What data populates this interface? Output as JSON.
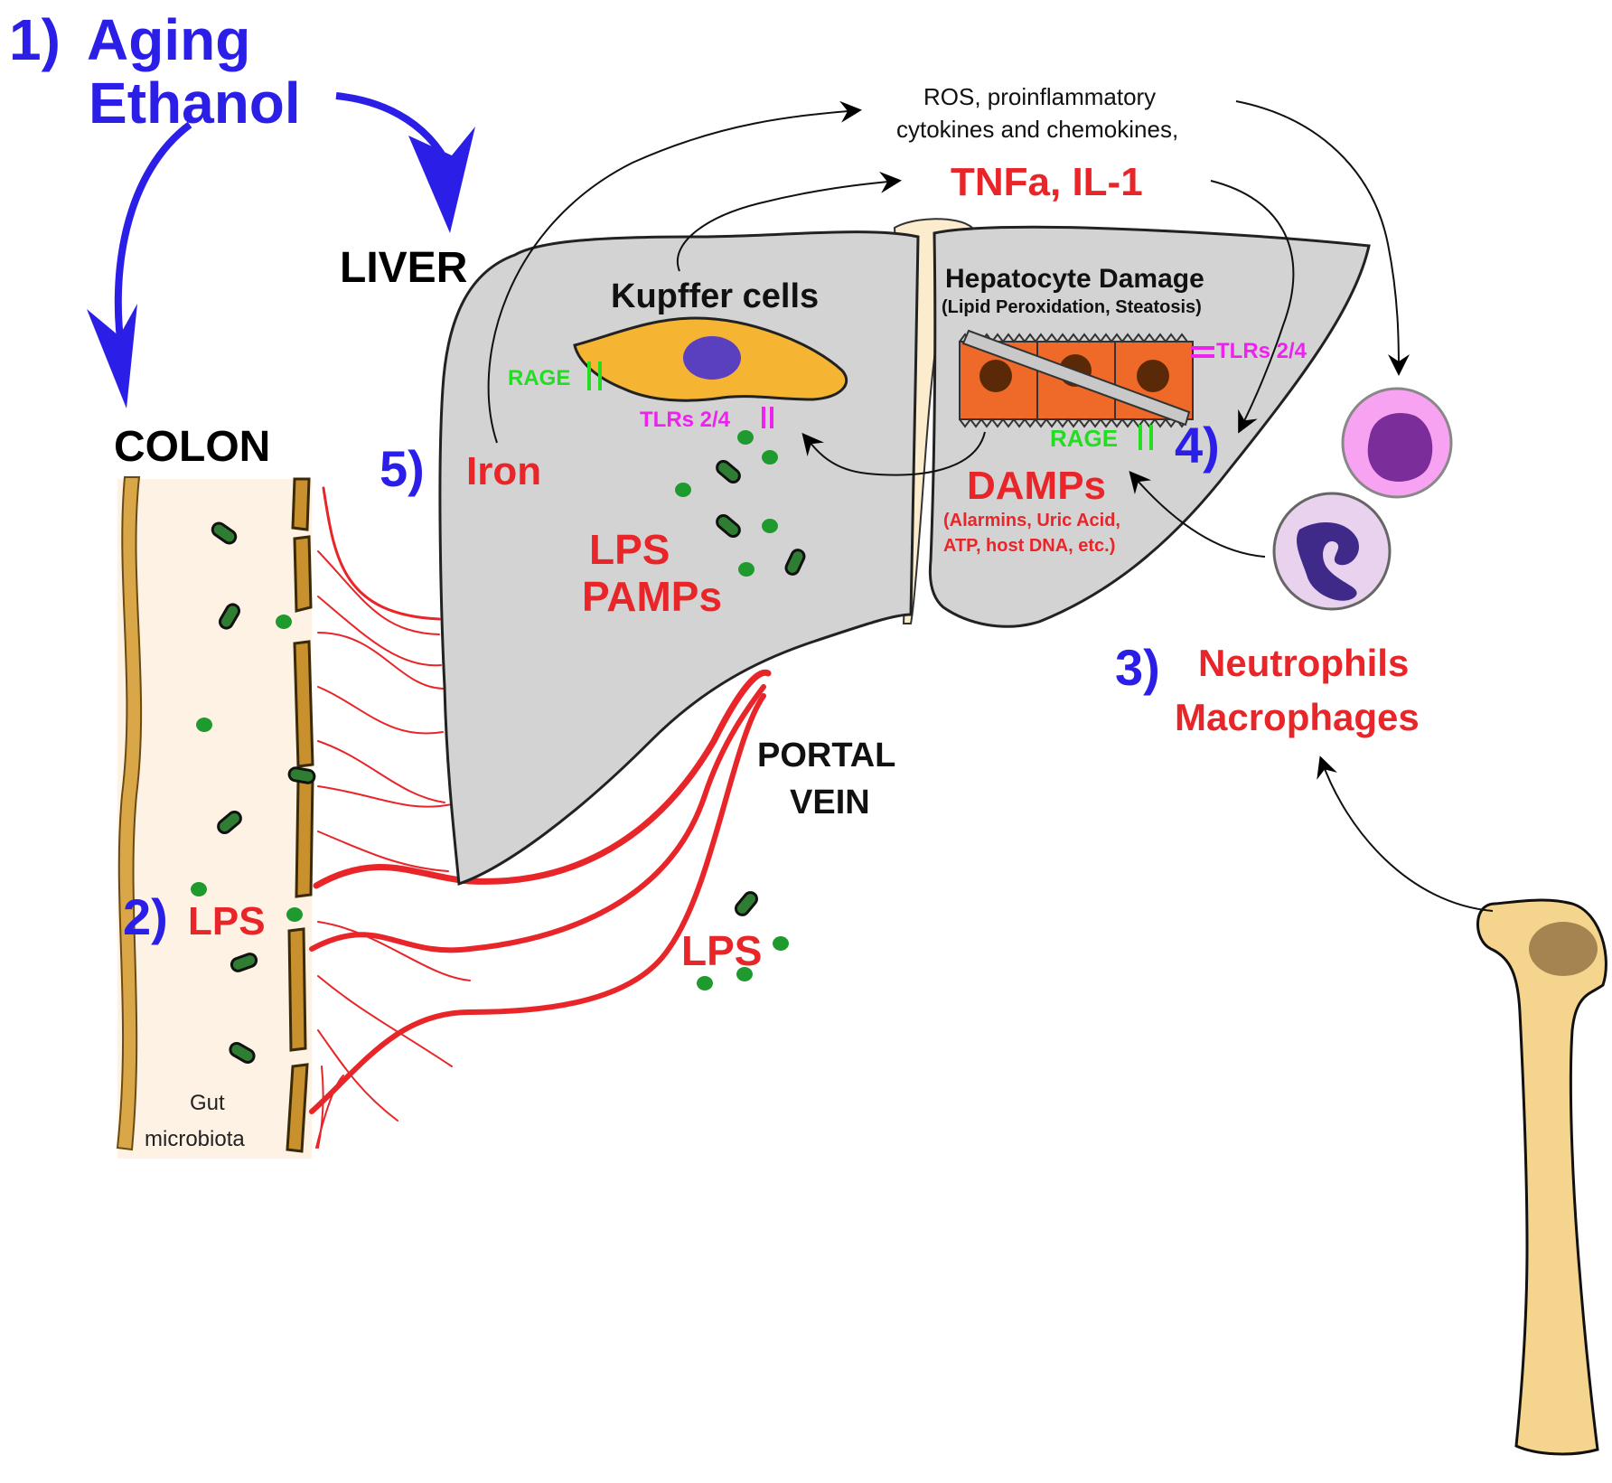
{
  "steps": {
    "step1": {
      "number": "1)",
      "line1": "Aging",
      "line2": "Ethanol"
    },
    "step2": {
      "number": "2)",
      "label": "LPS"
    },
    "step3": {
      "number": "3)",
      "line1": "Neutrophils",
      "line2": "Macrophages"
    },
    "step4": {
      "number": "4)"
    },
    "step5": {
      "number": "5)",
      "label": "Iron"
    }
  },
  "organs": {
    "liver": "LIVER",
    "colon": "COLON",
    "portal_vein_line1": "PORTAL",
    "portal_vein_line2": "VEIN",
    "gut_microbiota_line1": "Gut",
    "gut_microbiota_line2": "microbiota"
  },
  "left_lobe": {
    "kupffer": "Kupffer cells",
    "rage": "RAGE",
    "tlrs": "TLRs 2/4",
    "lps": "LPS",
    "pamps": "PAMPs"
  },
  "right_lobe": {
    "title": "Hepatocyte Damage",
    "subtitle": "(Lipid Peroxidation, Steatosis)",
    "tlrs": "TLRs 2/4",
    "rage": "RAGE",
    "damps": "DAMPs",
    "damps_detail1": "(Alarmins, Uric Acid,",
    "damps_detail2": "ATP, host DNA, etc.)"
  },
  "mediators": {
    "line1": "ROS, proinflammatory",
    "line2": "cytokines and chemokines,",
    "cytokines": "TNFa, IL-1"
  },
  "portal_lps": "LPS",
  "colors": {
    "step_blue": "#2b1ee6",
    "label_red": "#e8262a",
    "rage_green": "#22dd22",
    "tlr_magenta": "#ee22ee",
    "liver_gray": "#d3d3d3",
    "vessel_red": "#e8262a",
    "bone": "#f5d48d"
  }
}
